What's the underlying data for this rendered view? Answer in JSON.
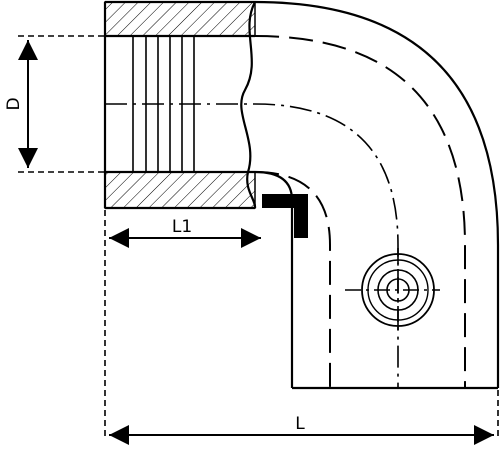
{
  "labels": {
    "diameter": "D",
    "socket_length": "L1",
    "total_length": "L"
  },
  "colors": {
    "stroke": "#000000",
    "background": "#ffffff"
  },
  "icons": {
    "fusion_terminal": "crosshair-circle",
    "hatch": "diagonal-hatch"
  }
}
